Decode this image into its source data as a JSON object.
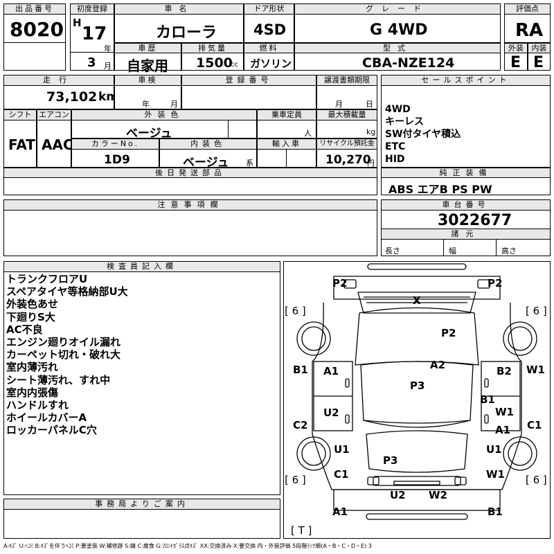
{
  "sheet": {
    "lot_no_label": "出品番号",
    "lot_no": "8020",
    "first_reg_label": "初度登録",
    "era": "H",
    "year": "17",
    "year_unit": "年",
    "month": "3",
    "month_unit": "月",
    "car_name_label": "車名",
    "car_name": "カローラ",
    "door_label": "ドア形状",
    "door": "4SD",
    "grade_label": "グレード",
    "grade": "G 4WD",
    "score_label": "評価点",
    "score": "RA",
    "history_label": "車歴",
    "history": "自家用",
    "displacement_label": "排気量",
    "displacement": "1500",
    "displacement_unit": "cc",
    "fuel_label": "燃料",
    "fuel": "ガソリン",
    "model_label": "型式",
    "model": "CBA-NZE124",
    "exterior_label": "外装",
    "exterior_grade": "E",
    "interior_label": "内装",
    "interior_grade": "E",
    "mileage_label": "走行",
    "mileage": "73,102",
    "mileage_unit": "km",
    "inspection_label": "車検",
    "insp_year_unit": "年",
    "insp_month_unit": "月",
    "reg_no_label": "登録番号",
    "transfer_label": "譲渡書類期限",
    "transfer_month_unit": "月",
    "transfer_day_unit": "日",
    "shift_label": "シフト",
    "shift": "FAT",
    "ac_label": "エアコン",
    "ac": "AAC",
    "ext_color_label": "外装色",
    "ext_color": "ベージュ",
    "capacity_label": "乗車定員",
    "capacity_unit": "人",
    "max_load_label": "最大積載量",
    "max_load_unit": "kg",
    "color_no_label": "カラーNo.",
    "color_no": "1D9",
    "int_color_label": "内装色",
    "int_color": "ベージュ",
    "int_color_unit": "系",
    "import_label": "輸入車",
    "recycle_label": "リサイクル預託金",
    "recycle": "10,270",
    "recycle_unit": "円",
    "later_parts_label": "後日発送部品",
    "caution_label": "注意事項欄",
    "sales_points_label": "セールスポイント",
    "sales_points": [
      "4WD",
      "キーレス",
      "SW付タイヤ積込",
      "ETC",
      "HID"
    ],
    "equipment_label": "純正装備",
    "equipment": "ABS エアB PS PW",
    "chassis_label": "車台番号",
    "chassis_no": "3022677",
    "specs_label": "諸元",
    "length_label": "長さ",
    "width_label": "幅",
    "height_label": "高さ",
    "inspector_label": "検査員記入欄",
    "inspector_notes": [
      "トランクフロアU",
      "スペアタイヤ等格納部U大",
      "外装色あせ",
      "下廻りS大",
      "AC不良",
      "エンジン廻りオイル漏れ",
      "カーペット切れ・破れ大",
      "室内薄汚れ",
      "シート薄汚れ、すれ中",
      "室内内張傷",
      "ハンドルすれ",
      "ホイールカバーA",
      "ロッカーパネルC穴"
    ],
    "office_label": "事務局よりご案内",
    "legend": "A:ｷｽﾞ U:ﾍｺﾐ B:ｷｽﾞを伴うﾍｺﾐ P:要塗装 W:補修跡 S:錆 C:腐食 G:ﾌﾛﾝﾄｶﾞﾗｽ点ｷｽﾞ XX:交換済み X:要交換 内・外装評価 5段階ﾗﾝｸ順(A・B・C・D・E) 3"
  },
  "diagram": {
    "tire_left_front": "[ 6 ]",
    "tire_right_front": "[ 6 ]",
    "tire_left_rear": "[ 6 ]",
    "tire_right_rear": "[ 6 ]",
    "spare": "[ T ]",
    "damage": {
      "front_p2_left": "P2",
      "front_p2_right": "P2",
      "windshield": "X",
      "hood": "P2",
      "roof_a2": "A2",
      "roof_p3": "P3",
      "trunk_p3": "P3",
      "left_b1": "B1",
      "left_a1": "A1",
      "left_u2": "U2",
      "left_c2": "C2",
      "left_u1": "U1",
      "left_c1": "C1",
      "right_b2": "B2",
      "right_w1_edge": "W1",
      "right_b1": "B1",
      "right_w1": "W1",
      "right_a1": "A1",
      "right_c1": "C1",
      "right_u1": "U1",
      "right_w1_rear": "W1",
      "rear_u2": "U2",
      "rear_w2": "W2",
      "rear_a1_left": "A1",
      "rear_b1_right": "B1"
    }
  }
}
